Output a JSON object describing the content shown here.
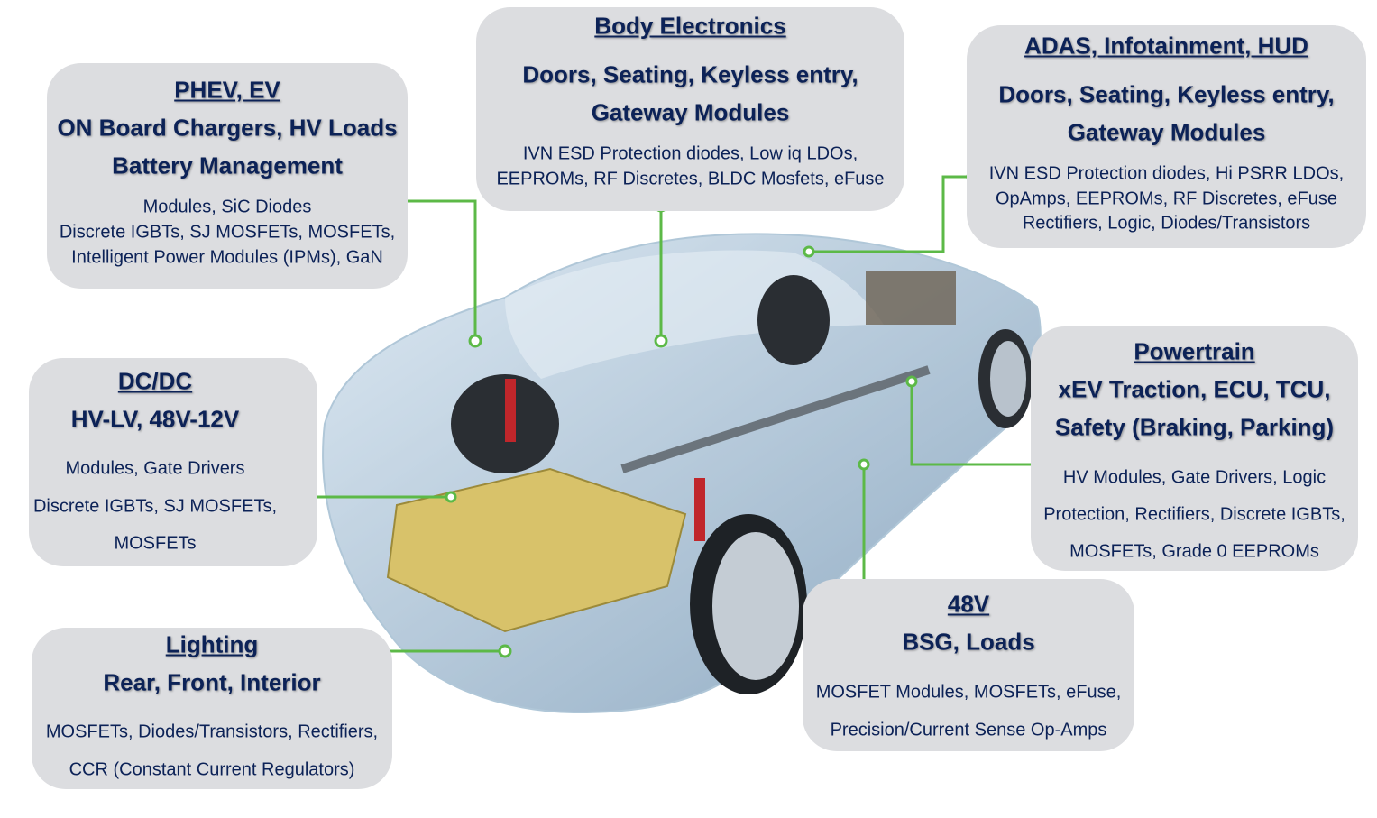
{
  "colors": {
    "box": "#dcdde0",
    "text": "#0c2257",
    "connector": "#5cb947"
  },
  "boxes": {
    "phev": {
      "title": "PHEV, EV",
      "bold": [
        "ON Board Chargers, HV Loads",
        "Battery Management"
      ],
      "items": [
        "Modules, SiC Diodes",
        "Discrete IGBTs, SJ MOSFETs, MOSFETs,",
        "Intelligent Power Modules (IPMs), GaN"
      ]
    },
    "body": {
      "title": "Body Electronics",
      "bold": [
        "Doors, Seating, Keyless entry,",
        "Gateway Modules"
      ],
      "items": [
        "IVN ESD Protection diodes, Low iq LDOs,",
        "EEPROMs, RF Discretes, BLDC Mosfets, eFuse"
      ]
    },
    "adas": {
      "title": "ADAS, Infotainment, HUD",
      "bold": [
        "Doors, Seating, Keyless entry,",
        "Gateway Modules"
      ],
      "items": [
        "IVN ESD Protection diodes, Hi PSRR LDOs,",
        "OpAmps, EEPROMs, RF Discretes, eFuse",
        "Rectifiers, Logic, Diodes/Transistors"
      ]
    },
    "dcdc": {
      "title": "DC/DC",
      "bold": [
        "HV-LV, 48V-12V"
      ],
      "items": [
        "Modules, Gate Drivers",
        "Discrete IGBTs, SJ MOSFETs,",
        "MOSFETs"
      ]
    },
    "powertrain": {
      "title": "Powertrain",
      "bold": [
        "xEV Traction, ECU, TCU,",
        "Safety (Braking, Parking)"
      ],
      "items": [
        "HV Modules, Gate Drivers, Logic",
        "Protection, Rectifiers, Discrete IGBTs,",
        "MOSFETs, Grade 0 EEPROMs"
      ]
    },
    "lighting": {
      "title": "Lighting",
      "bold": [
        "Rear, Front, Interior"
      ],
      "items": [
        "MOSFETs, Diodes/Transistors, Rectifiers,",
        "CCR (Constant Current Regulators)"
      ]
    },
    "v48": {
      "title": "48V",
      "bold": [
        "BSG, Loads"
      ],
      "items": [
        "MOSFET Modules, MOSFETs, eFuse,",
        "Precision/Current Sense Op-Amps"
      ]
    }
  }
}
